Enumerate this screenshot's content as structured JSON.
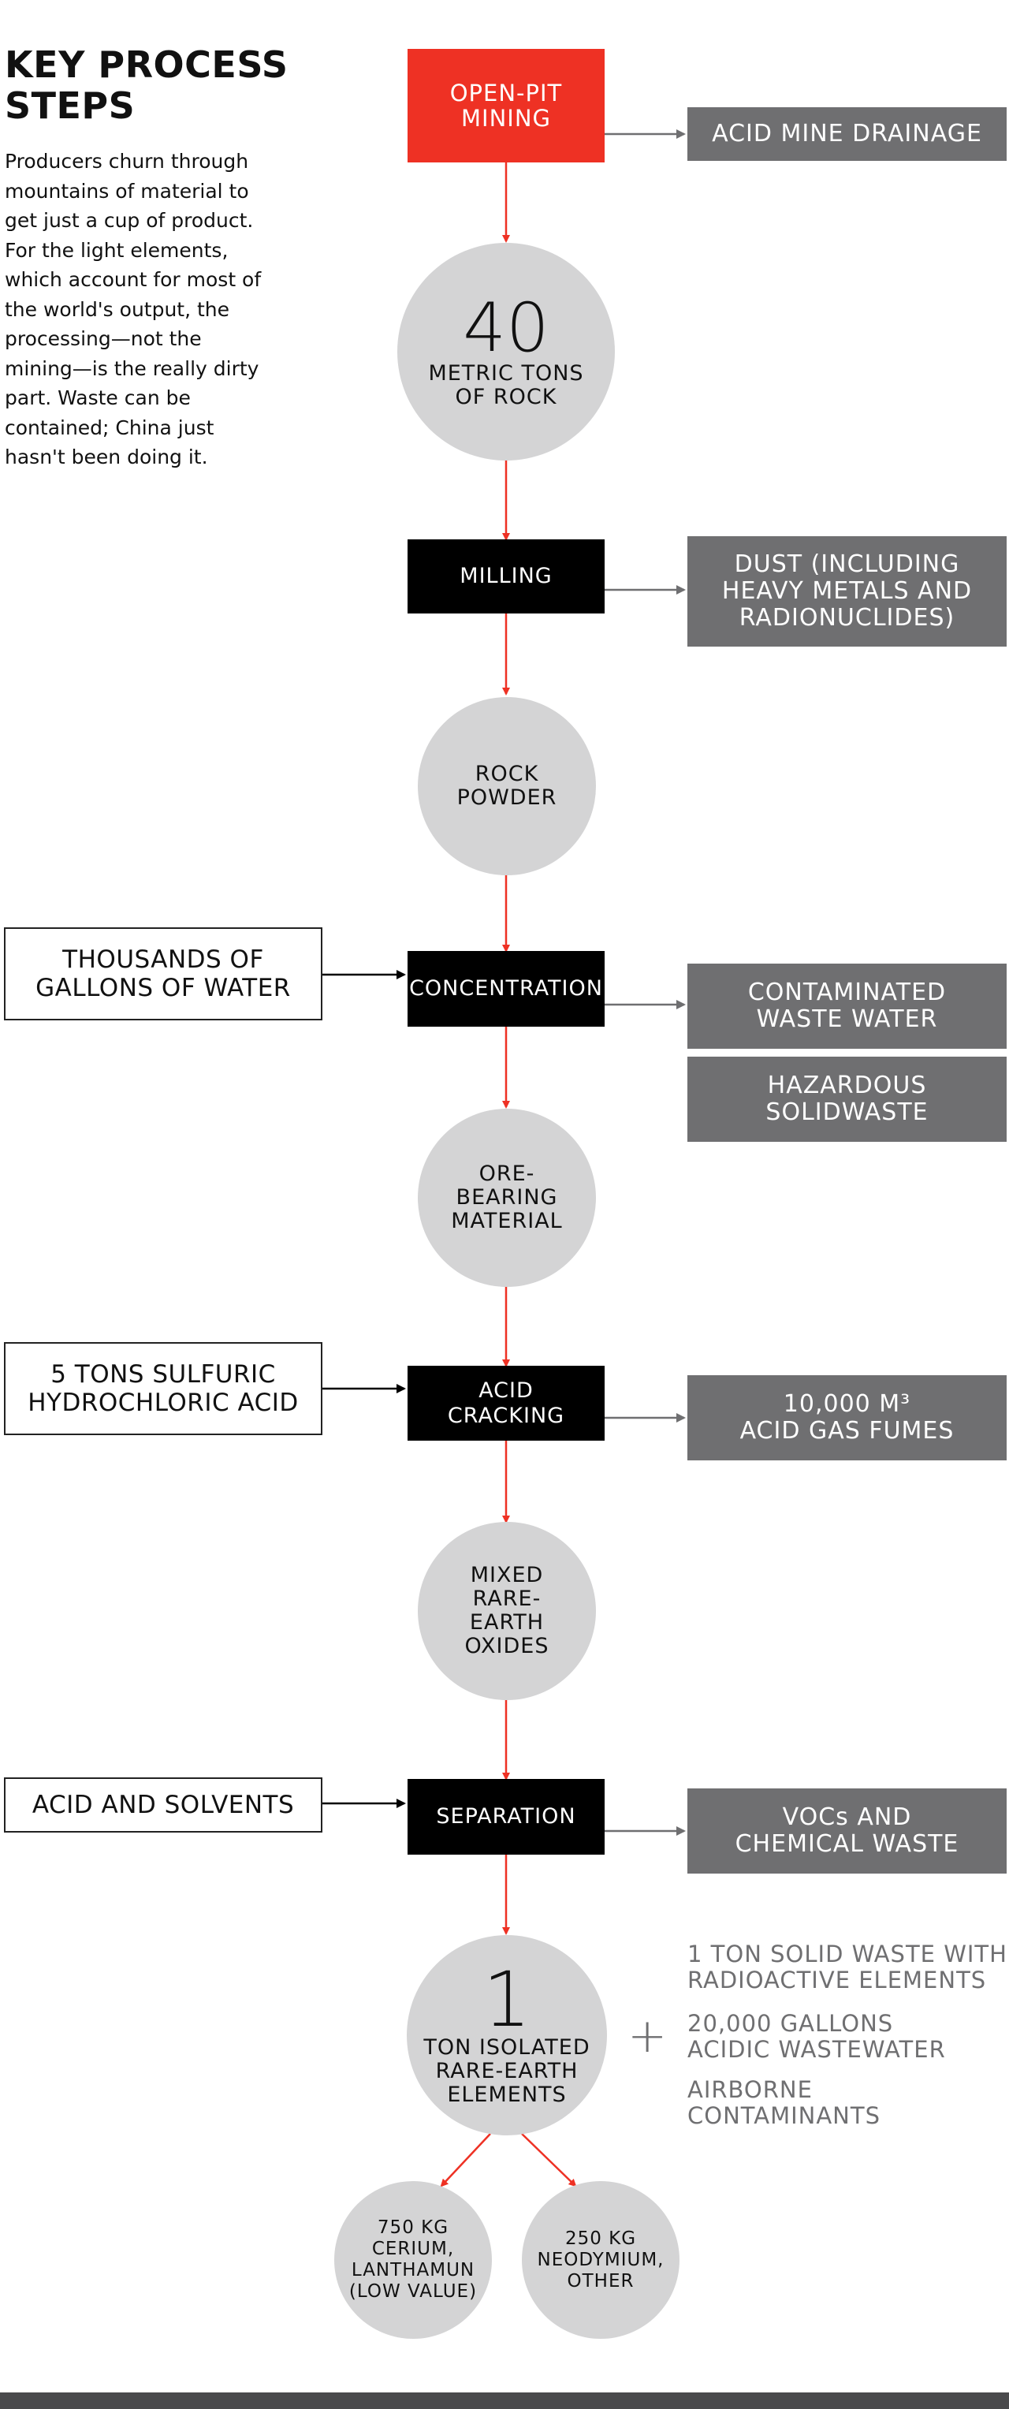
{
  "header": {
    "title": "KEY PROCESS\nSTEPS",
    "intro": "Producers churn through mountains of material to get just a cup of product. For the light elements, which account for most of the world's output, the processing—not the mining—is the really dirty part. Waste can be contained; China just hasn't been doing it."
  },
  "steps": {
    "mining": "OPEN-PIT\nMINING",
    "milling": "MILLING",
    "concentration": "CONCENTRATION",
    "cracking": "ACID\nCRACKING",
    "separation": "SEPARATION"
  },
  "waste": {
    "acid_drainage": "ACID MINE DRAINAGE",
    "dust": "DUST (INCLUDING\nHEAVY METALS AND\nRADIONUCLIDES)",
    "waste_water": "CONTAMINATED\nWASTE WATER",
    "solid_waste": "HAZARDOUS\nSOLIDWASTE",
    "gas_fumes": "10,000 M³\nACID GAS FUMES",
    "vocs": "VOCs AND\nCHEMICAL WASTE"
  },
  "inputs": {
    "water": "THOUSANDS OF\nGALLONS OF WATER",
    "acid": "5 TONS SULFURIC\nHYDROCHLORIC ACID",
    "solvents": "ACID AND SOLVENTS"
  },
  "products": {
    "rock_number": "40",
    "rock_label": "METRIC TONS\nOF ROCK",
    "powder": "ROCK\nPOWDER",
    "ore": "ORE-\nBEARING\nMATERIAL",
    "oxides": "MIXED\nRARE-\nEARTH\nOXIDES",
    "isolated_number": "1",
    "isolated_label": "TON ISOLATED\nRARE-EARTH\nELEMENTS",
    "cerium": "750 KG\nCERIUM,\nLANTHAMUN\n(LOW VALUE)",
    "neodymium": "250 KG\nNEODYMIUM,\nOTHER"
  },
  "byproducts": {
    "plus": "+",
    "solid": "1 TON SOLID WASTE WITH\nRADIOACTIVE ELEMENTS",
    "wastewater": "20,000 GALLONS\nACIDIC WASTEWATER",
    "airborne": "AIRBORNE\nCONTAMINANTS"
  },
  "colors": {
    "accent_red": "#ee3124",
    "step_black": "#000000",
    "waste_gray": "#6f6f71",
    "circle_gray": "#d4d4d5"
  }
}
